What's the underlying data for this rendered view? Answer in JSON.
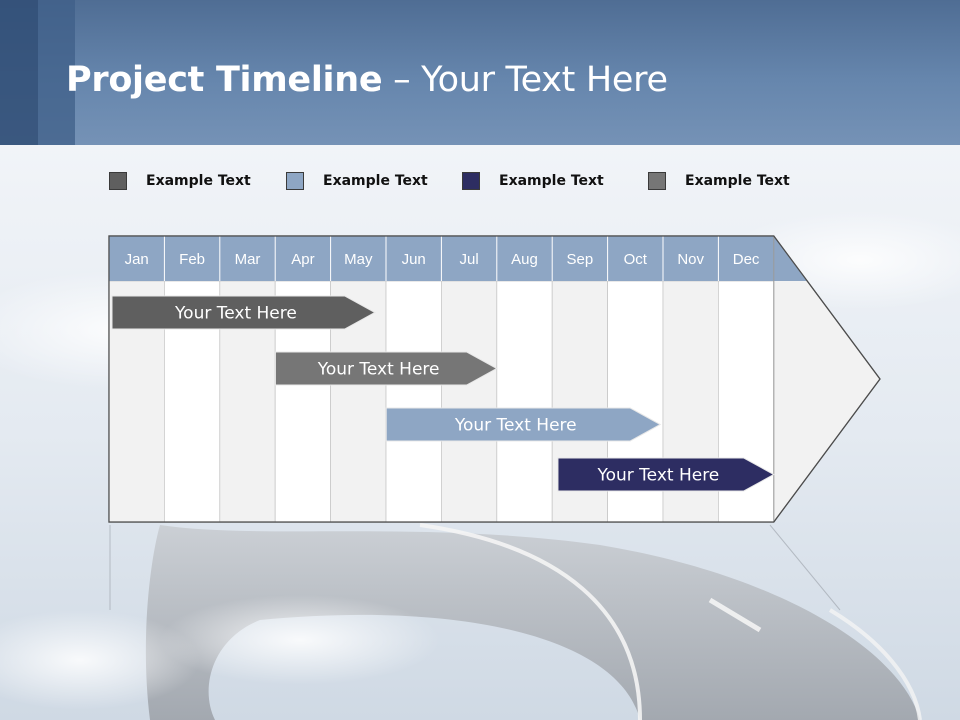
{
  "title": {
    "bold": "Project Timeline",
    "rest": " – Your Text Here"
  },
  "legend": [
    {
      "label": "Example Text",
      "color": "#5f5f5f"
    },
    {
      "label": "Example Text",
      "color": "#8ea6c4"
    },
    {
      "label": "Example Text",
      "color": "#2d2d62"
    },
    {
      "label": "Example Text",
      "color": "#767676"
    }
  ],
  "months": [
    "Jan",
    "Feb",
    "Mar",
    "Apr",
    "May",
    "Jun",
    "Jul",
    "Aug",
    "Sep",
    "Oct",
    "Nov",
    "Dec"
  ],
  "tasks": [
    {
      "label": "Your  Text Here",
      "start_month": 1,
      "end_month": 4.8,
      "color": "#5f5f5f"
    },
    {
      "label": "Your  Text Here",
      "start_month": 3.95,
      "end_month": 7.0,
      "color": "#767676"
    },
    {
      "label": "Your  Text Here",
      "start_month": 5.95,
      "end_month": 9.95,
      "color": "#8ea6c4"
    },
    {
      "label": "Your  Text Here",
      "start_month": 9.05,
      "end_month": 12.0,
      "color": "#2d2d62"
    }
  ],
  "colors": {
    "header": "#6686ad",
    "month_header": "#8ea6c4"
  }
}
